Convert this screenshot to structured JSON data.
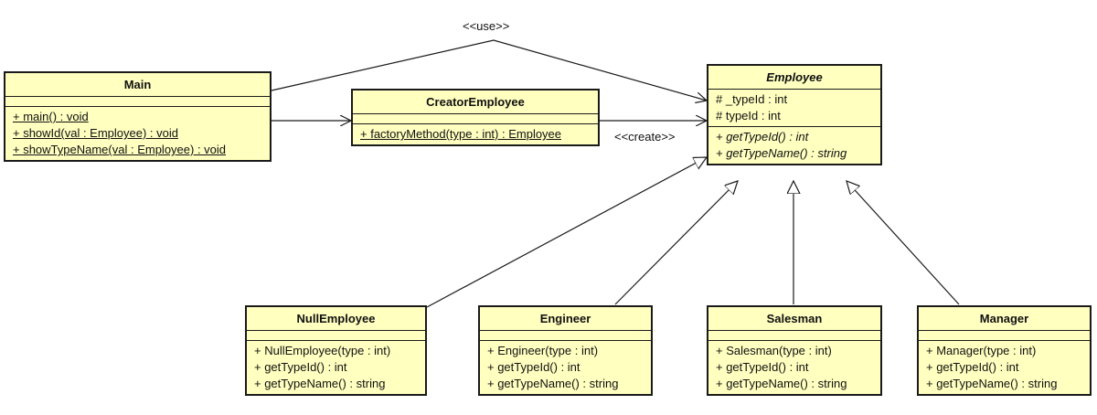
{
  "labels": {
    "use": "<<use>>",
    "create": "<<create>>"
  },
  "classes": {
    "main": {
      "name": "Main",
      "attributes": [],
      "operations": [
        "+ main() : void",
        "+ showId(val : Employee) : void",
        "+ showTypeName(val : Employee) : void"
      ]
    },
    "creator": {
      "name": "CreatorEmployee",
      "attributes": [],
      "operations": [
        "+ factoryMethod(type : int) : Employee"
      ]
    },
    "employee": {
      "name": "Employee",
      "attributes": [
        "# _typeId : int",
        "# typeId : int"
      ],
      "operations": [
        "+ getTypeId() : int",
        "+ getTypeName() : string"
      ]
    },
    "nullEmployee": {
      "name": "NullEmployee",
      "attributes": [],
      "operations": [
        "+ NullEmployee(type : int)",
        "+ getTypeId() : int",
        "+ getTypeName() : string"
      ]
    },
    "engineer": {
      "name": "Engineer",
      "attributes": [],
      "operations": [
        "+ Engineer(type : int)",
        "+ getTypeId() : int",
        "+ getTypeName() : string"
      ]
    },
    "salesman": {
      "name": "Salesman",
      "attributes": [],
      "operations": [
        "+ Salesman(type : int)",
        "+ getTypeId() : int",
        "+ getTypeName() : string"
      ]
    },
    "manager": {
      "name": "Manager",
      "attributes": [],
      "operations": [
        "+ Manager(type : int)",
        "+ getTypeId() : int",
        "+ getTypeName() : string"
      ]
    }
  }
}
